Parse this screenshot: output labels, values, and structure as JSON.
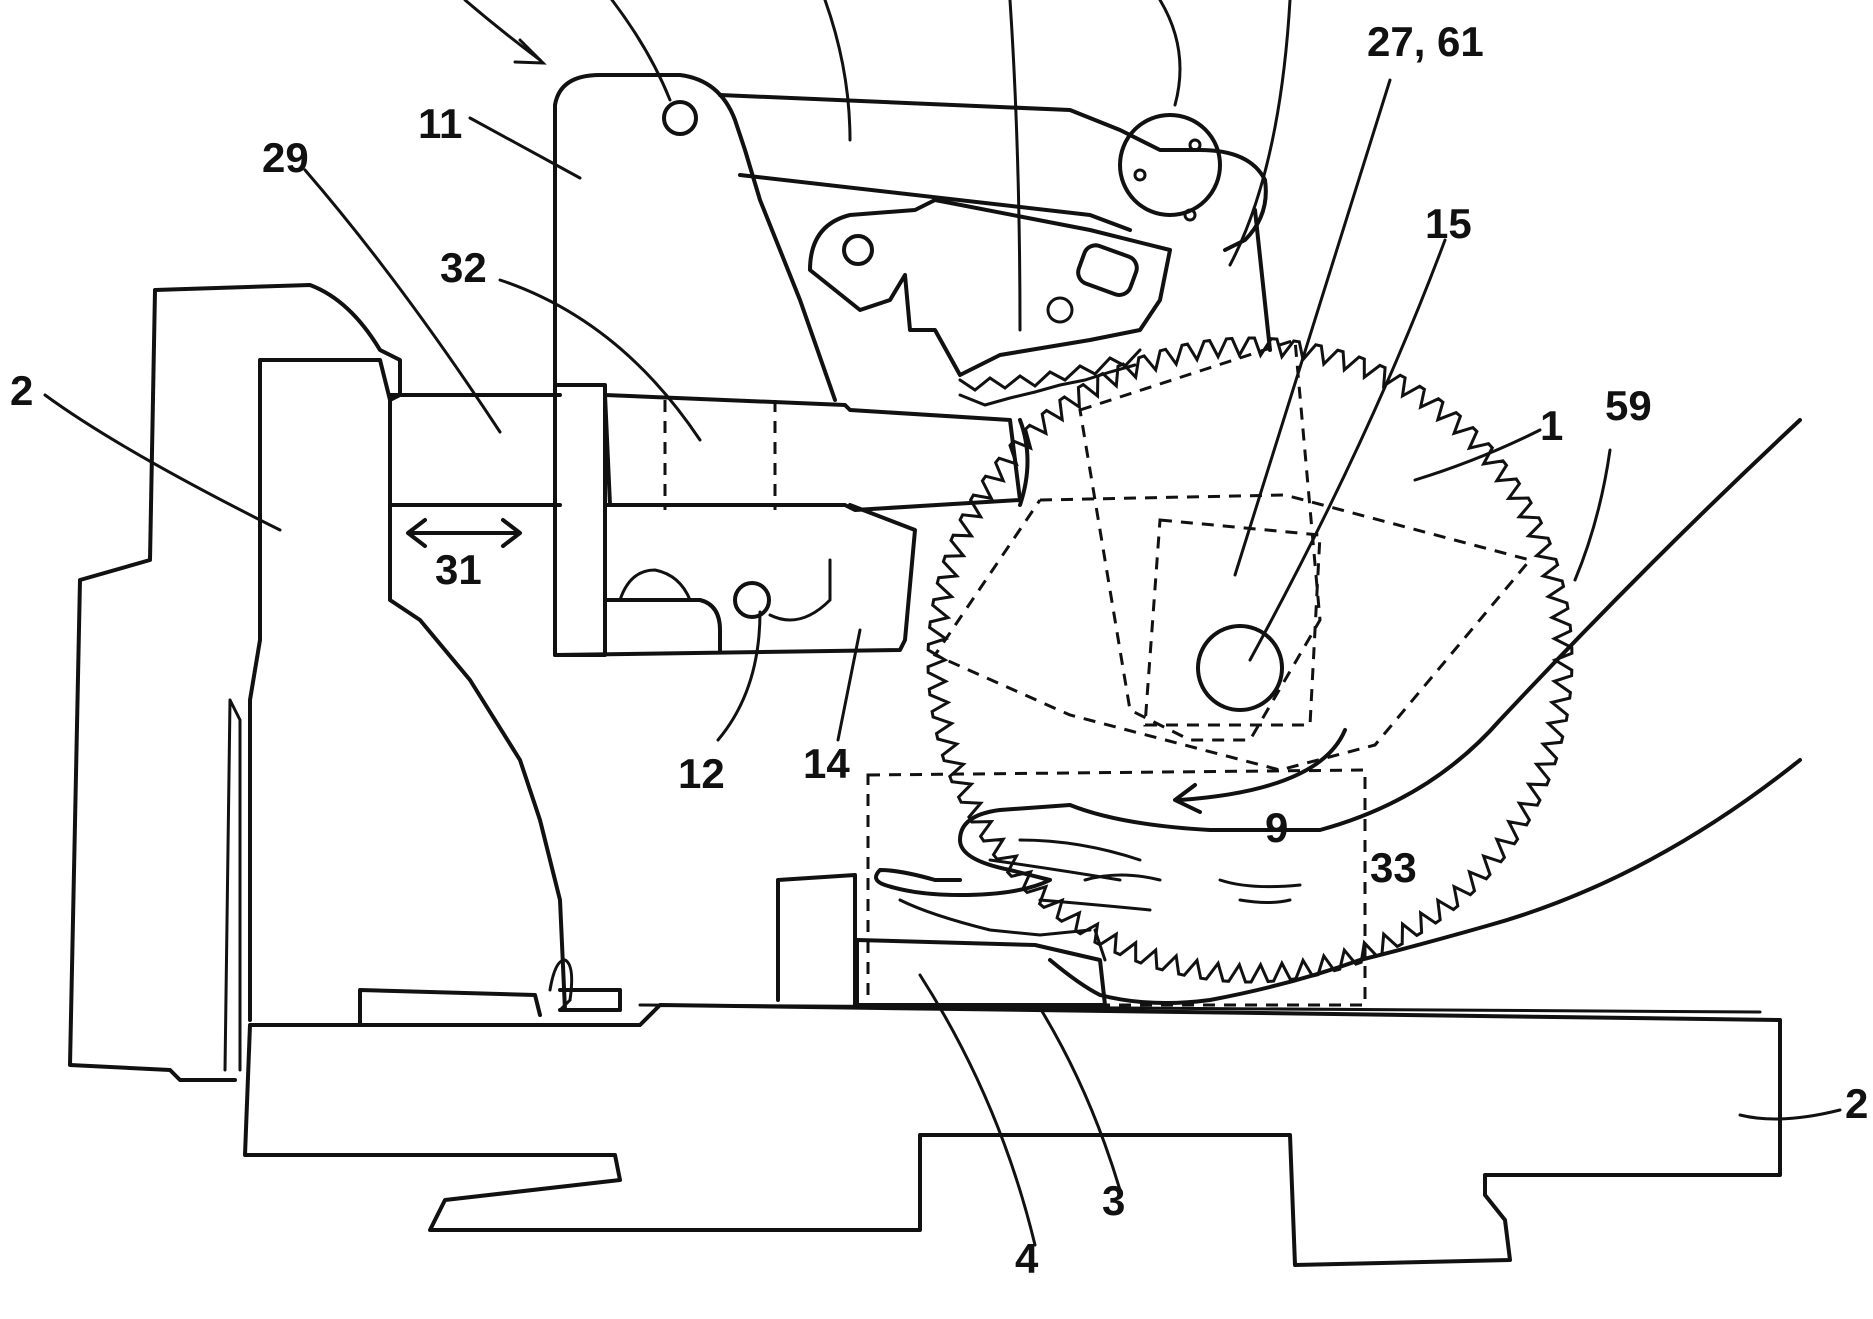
{
  "labels": {
    "l2_left": "2",
    "l29": "29",
    "l11": "11",
    "l32": "32",
    "l31": "31",
    "l12": "12",
    "l14": "14",
    "l27_61": "27, 61",
    "l15": "15",
    "l1": "1",
    "l59": "59",
    "l9": "9",
    "l33": "33",
    "l2_right": "2",
    "l4": "4",
    "l3": "3"
  }
}
